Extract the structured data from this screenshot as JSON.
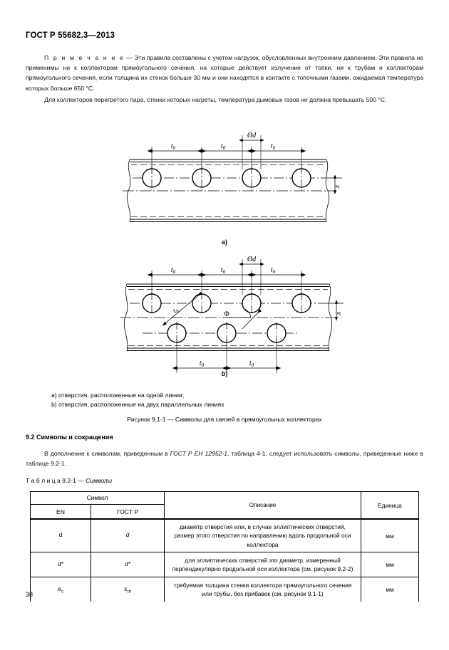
{
  "document": {
    "header": "ГОСТ Р 55682.3—2013",
    "page_number": "38"
  },
  "paragraphs": {
    "note_label": "П р и м е ч а н и е",
    "note_body": " — Эти правила составлены с учетом нагрузок, обусловленных внутренним давлением. Эти правила не применимы ни к коллекторам прямоугольного сечения, на которые действует излучение от топки, ни к трубам и коллекторам прямоугольного сечения, если толщина их стенок больше 30 мм и они находятся в контакте с топочными газами, ожидаемая температура которых больше 650 °C.",
    "note2": "Для коллекторов перегретого пара, стенки которых нагреты, температура дымовых газов не должна превышать 500 °C."
  },
  "figure": {
    "panel_a_label": "a)",
    "panel_b_label": "b)",
    "legend_a": "a) отверстия, расположенные на одной линии;",
    "legend_b": "b) отверстия, расположенные на двух параллельных линиях",
    "caption": "Рисунок 9.1-1 — Символы для связей в прямоугольных коллекторах",
    "dim_t0": "t",
    "dim_t0_sub": "0",
    "dim_diameter": "Ød",
    "dim_x": "x",
    "dim_phi": "Φ"
  },
  "section": {
    "heading": "9.2 Символы и сокращения",
    "body_before_ital": "В дополнение к символам, приведенным в ",
    "body_ital": "ГОСТ Р ЕН 12952-1",
    "body_after_ital": ", таблица 4-1, следует использовать символы, приведенные ниже в таблице 9.2-1."
  },
  "table": {
    "caption_prefix": "Т а б л и ц а 9.2-1 — ",
    "caption_ital": "Символы",
    "headers": {
      "symbol_group": "Символ",
      "en": "EN",
      "gost": "ГОСТ Р",
      "description": "Описание",
      "unit": "Единица"
    },
    "rows": [
      {
        "en": "d",
        "en_sub": "",
        "gost": "d",
        "gost_sub": "",
        "description": "диаметр отверстия или, в случае эллиптических отверстий, размер этого отверстия по направлению вдоль продольной оси коллектора",
        "unit": "мм"
      },
      {
        "en": "d*",
        "en_sub": "",
        "gost": "d*",
        "gost_sub": "",
        "description": "для эллиптических отверстий это диаметр, измеренный перпендикулярно продольной оси коллектора (см. рисунок 9.2-2)",
        "unit": "мм"
      },
      {
        "en": "e",
        "en_sub": "c",
        "gost": "s",
        "gost_sub": "rb",
        "description": "требуемая толщина стенки коллектора прямоугольного сечения или трубы, без прибавок (см. рисунок 9.1-1)",
        "unit": "мм"
      }
    ]
  },
  "colors": {
    "ink": "#000000",
    "paper": "#ffffff"
  }
}
